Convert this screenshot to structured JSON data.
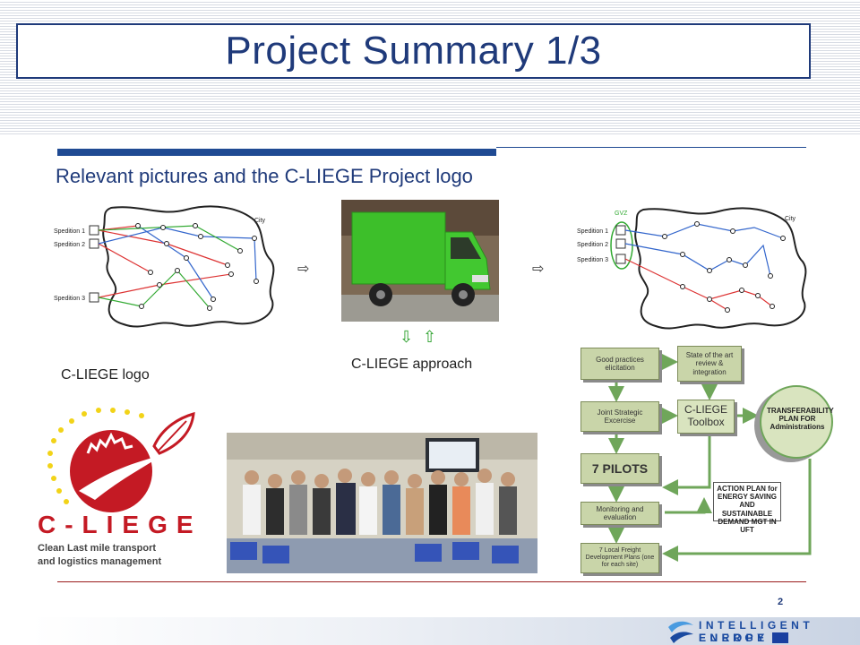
{
  "slide": {
    "title": "Project Summary 1/3",
    "subtitle": "Relevant pictures and the C-LIEGE Project logo",
    "page_number": "2"
  },
  "diagram_left": {
    "labels": [
      "Spedition 1",
      "Spedition 2",
      "Spedition 3"
    ],
    "city_label": "City"
  },
  "diagram_right": {
    "labels": [
      "Spedition 1",
      "Spedition 2",
      "Spedition 3"
    ],
    "city_label": "City",
    "gvz_label": "GVZ"
  },
  "arrows": {
    "right": "⇨",
    "down": "⇩",
    "up": "⇧"
  },
  "captions": {
    "approach": "C-LIEGE approach",
    "logo": "C-LIEGE logo"
  },
  "logo": {
    "name": "C-LIEGE",
    "tagline_1": "Clean Last mile transport",
    "tagline_2": "and logistics management"
  },
  "flowchart": {
    "good_practices": "Good practices elicitation",
    "state_of_art": "State of the art review & integration",
    "joint_strategic": "Joint Strategic Excercise",
    "toolbox": "C-LIEGE Toolbox",
    "pilots": "7 PILOTS",
    "monitoring": "Monitoring and evaluation",
    "local_plans": "7 Local Freight Development Plans (one for each site)",
    "transferability": "TRANSFERABILITY PLAN FOR Administrations",
    "action_plan": "ACTION PLAN for ENERGY SAVING AND SUSTAINABLE DEMAND MGT IN UFT"
  },
  "footer": {
    "line_1": "INTELLIGENT ENERGY",
    "line_2": "EUROPE"
  },
  "colors": {
    "title_blue": "#1f3a7a",
    "accent_blue": "#1f4a93",
    "logo_red": "#c41a24",
    "truck_green": "#3dbf2a",
    "flow_green": "#c9d5a9",
    "footer_blue": "#1a4aa0"
  }
}
